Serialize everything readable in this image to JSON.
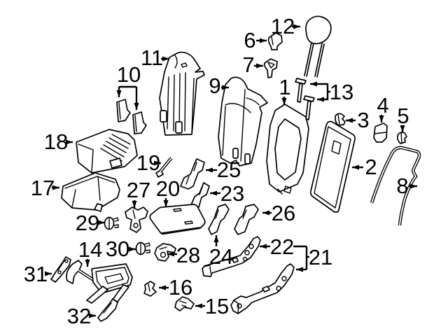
{
  "figure": {
    "type": "exploded-parts-diagram",
    "subject": "vehicle rear seat components line drawing",
    "background_color": "#ffffff",
    "line_color": "#000000",
    "callouts": [
      "1",
      "2",
      "3",
      "4",
      "5",
      "6",
      "7",
      "8",
      "9",
      "10",
      "11",
      "12",
      "13",
      "14",
      "15",
      "16",
      "17",
      "18",
      "19",
      "20",
      "21",
      "22",
      "23",
      "24",
      "25",
      "26",
      "27",
      "28",
      "29",
      "30",
      "31",
      "32"
    ]
  }
}
